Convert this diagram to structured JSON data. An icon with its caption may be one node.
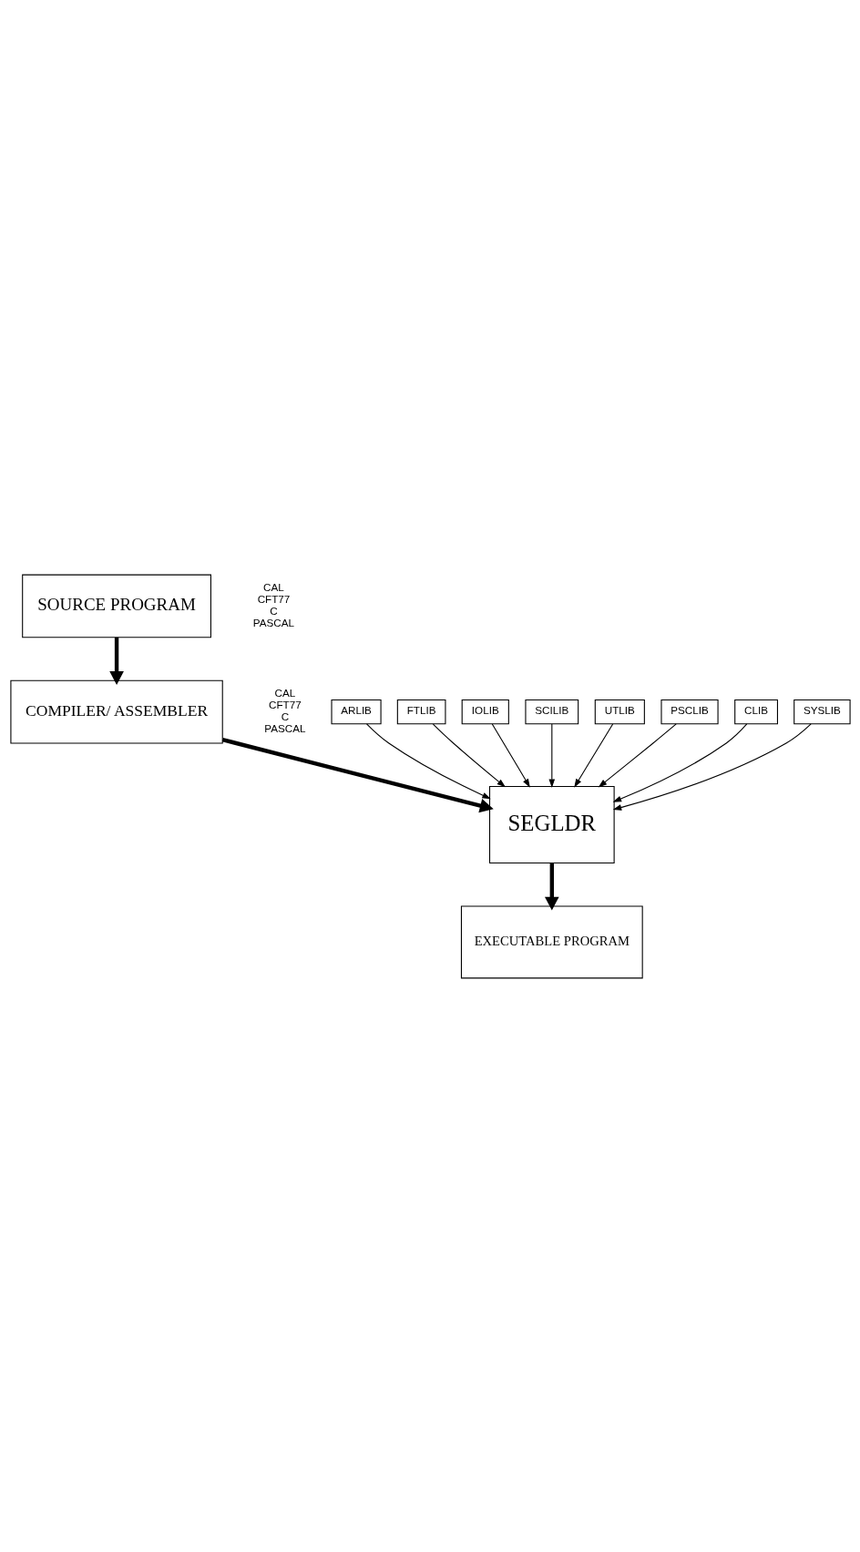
{
  "diagram": {
    "nodes": [
      {
        "text": [
          "SOURCE PROGRAM"
        ],
        "beside": [
          "CAL",
          "CFT77",
          "C",
          "PASCAL"
        ]
      },
      {
        "text": [
          "COMPILER/ ASSEMBLER"
        ],
        "beside": [
          "CAL",
          "CFT77",
          "C",
          "PASCAL"
        ]
      },
      {
        "text": [
          "ARLIB"
        ]
      },
      {
        "text": [
          "FTLIB"
        ]
      },
      {
        "text": [
          "IOLIB"
        ]
      },
      {
        "text": [
          "SCILIB"
        ]
      },
      {
        "text": [
          "SEGLDR"
        ]
      },
      {
        "text": [
          "UTLIB"
        ]
      },
      {
        "text": [
          "PSCLIB"
        ]
      },
      {
        "text": [
          "CLIB"
        ]
      },
      {
        "text": [
          "SYSLIB"
        ]
      },
      {
        "text": [
          "EXECUTABLE PROGRAM"
        ]
      }
    ],
    "edges": [
      {
        "from": 0,
        "to": 1,
        "arrow": "to",
        "style": "thick"
      },
      {
        "from": 1,
        "to": 6,
        "arrow": "to",
        "style": "thick"
      },
      {
        "from": 2,
        "to": 6,
        "arrow": "to"
      },
      {
        "from": 3,
        "to": 6,
        "arrow": "to"
      },
      {
        "from": 4,
        "to": 6,
        "arrow": "to"
      },
      {
        "from": 5,
        "to": 6,
        "arrow": "to"
      },
      {
        "from": 7,
        "to": 6,
        "arrow": "to"
      },
      {
        "from": 8,
        "to": 6,
        "arrow": "to"
      },
      {
        "from": 9,
        "to": 6,
        "arrow": "to"
      },
      {
        "from": 10,
        "to": 6,
        "arrow": "to"
      },
      {
        "from": 6,
        "to": 11,
        "arrow": "to",
        "style": "thick"
      }
    ]
  }
}
